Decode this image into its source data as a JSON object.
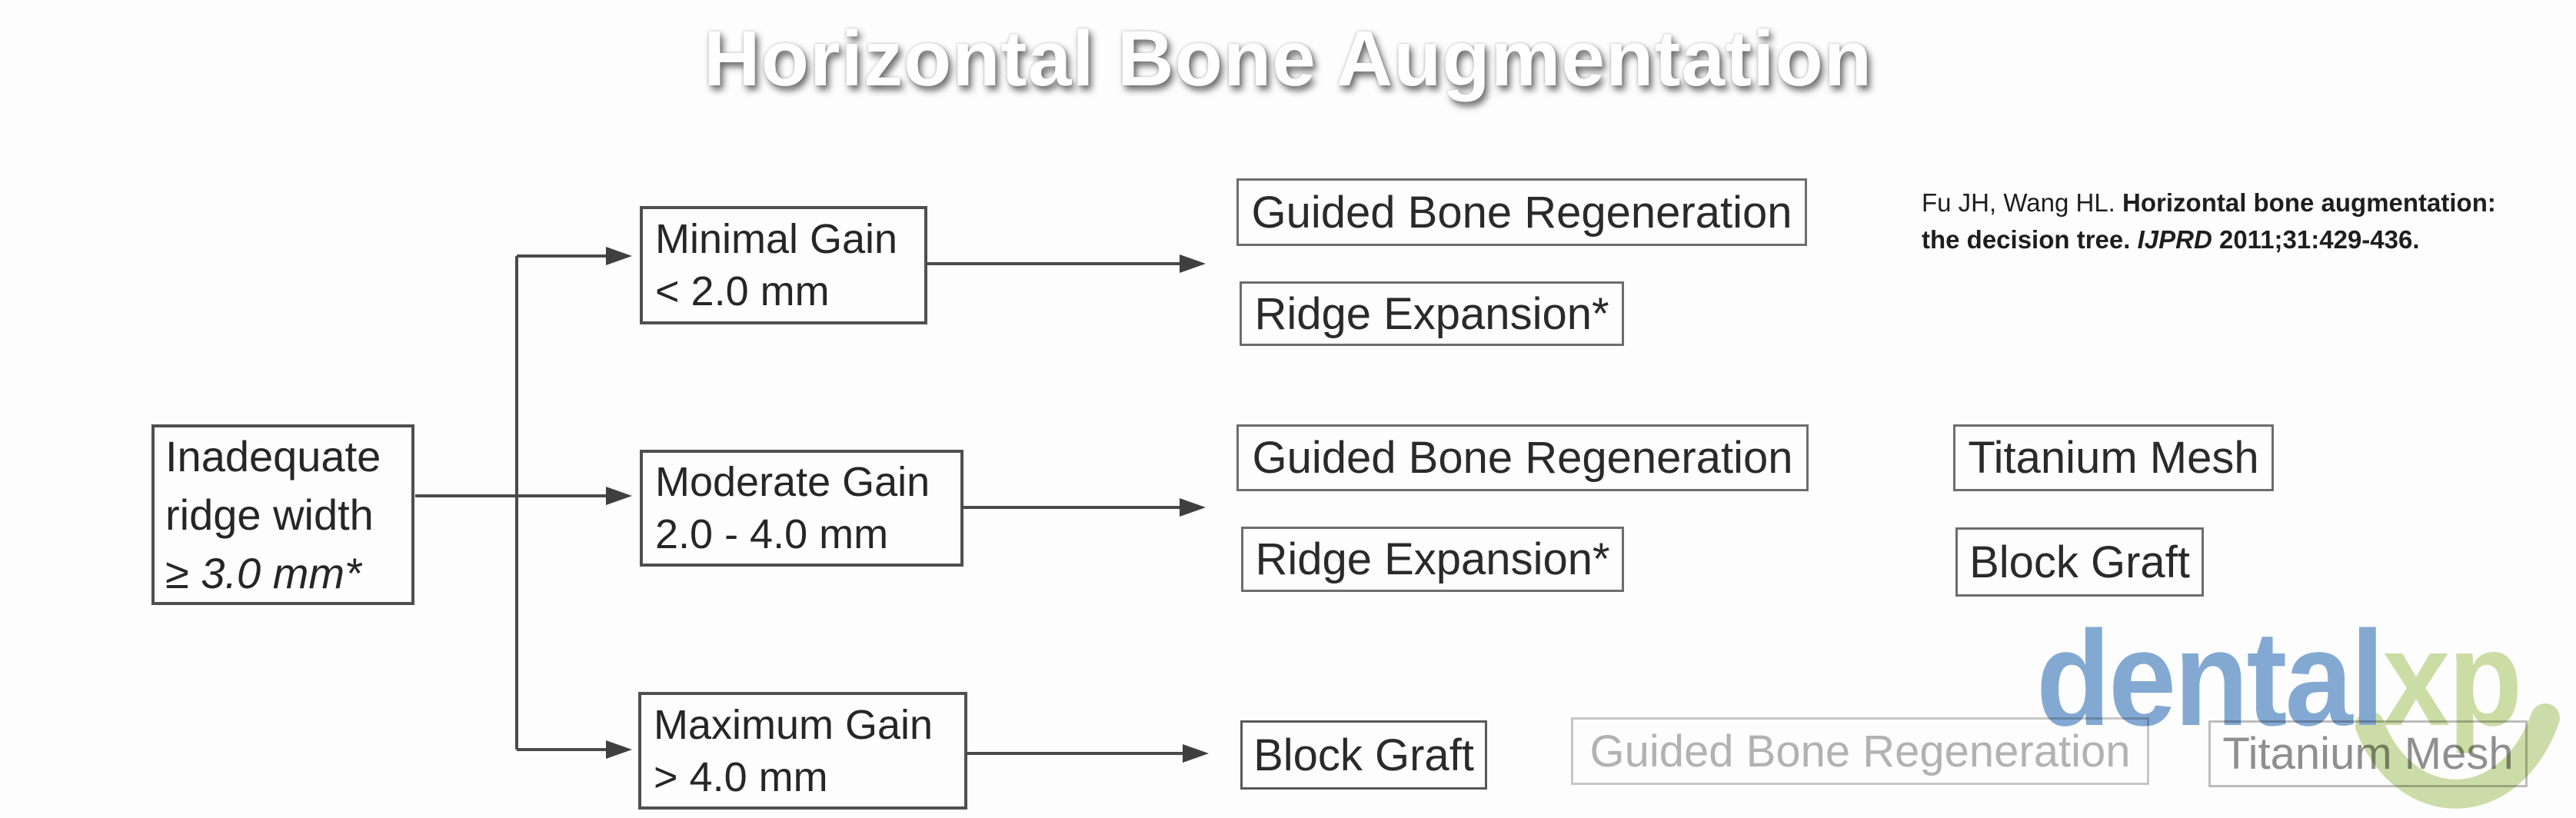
{
  "title": "Horizontal Bone Augmentation",
  "citation": {
    "authors": "Fu JH, Wang HL. ",
    "work_title_part1": "Horizontal bone augmentation:",
    "work_title_part2": "the decision tree. ",
    "journal": "IJPRD",
    "issue": " 2011;31:429-436."
  },
  "root": {
    "line1": "Inadequate",
    "line2": "ridge width",
    "line3": "≥ 3.0 mm*"
  },
  "branches": {
    "minimal": {
      "line1": "Minimal Gain",
      "line2": "< 2.0 mm"
    },
    "moderate": {
      "line1": "Moderate Gain",
      "line2": "2.0 - 4.0 mm"
    },
    "maximum": {
      "line1": "Maximum Gain",
      "line2": "> 4.0 mm"
    }
  },
  "treatments": {
    "minimal_gbr": "Guided Bone Regeneration",
    "minimal_ridge_expansion": "Ridge Expansion*",
    "moderate_gbr": "Guided Bone Regeneration",
    "moderate_ridge_expansion": "Ridge Expansion*",
    "moderate_titanium_mesh": "Titanium Mesh",
    "moderate_block_graft": "Block Graft",
    "maximum_block_graft": "Block Graft",
    "maximum_gbr_faded": "Guided Bone Regeneration",
    "maximum_titanium_mesh_faded": "Titanium Mesh"
  },
  "watermark": {
    "part1": "dental",
    "part2": "xp"
  },
  "colors": {
    "connector": "#4a4a4a",
    "watermark_blue": "#7ea6d3",
    "watermark_green": "#cbdda2",
    "arc_green": "#c9daa0"
  }
}
